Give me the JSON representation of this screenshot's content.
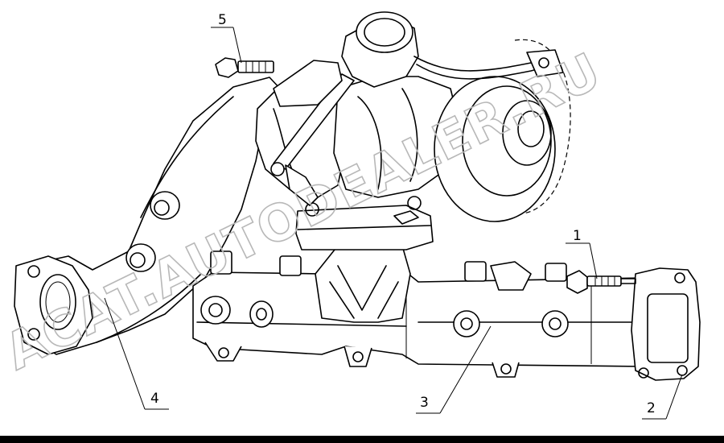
{
  "watermark": "ACAT.AUTODEALER.RU",
  "callouts": [
    {
      "id": "1",
      "label": "1"
    },
    {
      "id": "2",
      "label": "2"
    },
    {
      "id": "3",
      "label": "3"
    },
    {
      "id": "4",
      "label": "4"
    },
    {
      "id": "5",
      "label": "5"
    }
  ],
  "colors": {
    "line": "#000000",
    "watermark": "#b8b8b8",
    "background": "#ffffff"
  }
}
